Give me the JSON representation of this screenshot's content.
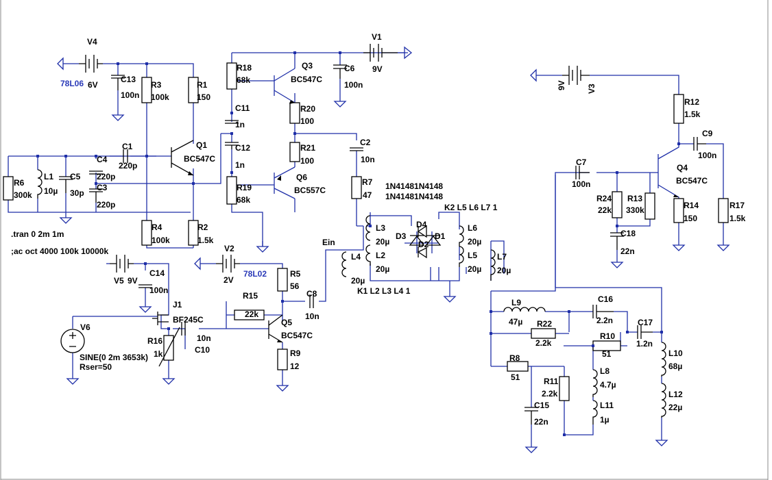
{
  "labels": [
    {
      "id": "V4",
      "t": "V4"
    },
    {
      "id": "78L06",
      "t": "78L06",
      "c": "blue"
    },
    {
      "id": "6V",
      "t": "6V"
    },
    {
      "id": "C13",
      "t": "C13"
    },
    {
      "id": "C13v",
      "t": "100n"
    },
    {
      "id": "R3",
      "t": "R3"
    },
    {
      "id": "R3v",
      "t": "100k"
    },
    {
      "id": "R1",
      "t": "R1"
    },
    {
      "id": "R1v",
      "t": "150"
    },
    {
      "id": "R18",
      "t": "R18"
    },
    {
      "id": "R18v",
      "t": "68k"
    },
    {
      "id": "Q3",
      "t": "Q3"
    },
    {
      "id": "Q3v",
      "t": "BC547C"
    },
    {
      "id": "V1",
      "t": "V1"
    },
    {
      "id": "V1v",
      "t": "9V"
    },
    {
      "id": "C6",
      "t": "C6"
    },
    {
      "id": "C6v",
      "t": "100n"
    },
    {
      "id": "C11",
      "t": "C11"
    },
    {
      "id": "C11v",
      "t": "1n"
    },
    {
      "id": "R20",
      "t": "R20"
    },
    {
      "id": "R20v",
      "t": "100"
    },
    {
      "id": "C1",
      "t": "C1"
    },
    {
      "id": "C1v",
      "t": "220p"
    },
    {
      "id": "Q1",
      "t": "Q1"
    },
    {
      "id": "Q1v",
      "t": "BC547C"
    },
    {
      "id": "C12",
      "t": "C12"
    },
    {
      "id": "C12v",
      "t": "1n"
    },
    {
      "id": "R21",
      "t": "R21"
    },
    {
      "id": "R21v",
      "t": "100"
    },
    {
      "id": "C2",
      "t": "C2"
    },
    {
      "id": "C2v",
      "t": "10n"
    },
    {
      "id": "R6",
      "t": "R6"
    },
    {
      "id": "R6v",
      "t": "300k"
    },
    {
      "id": "L1",
      "t": "L1"
    },
    {
      "id": "L1v",
      "t": "10µ"
    },
    {
      "id": "C5",
      "t": "C5"
    },
    {
      "id": "C5v",
      "t": "30p"
    },
    {
      "id": "C4",
      "t": "C4"
    },
    {
      "id": "C4v",
      "t": "220p"
    },
    {
      "id": "C3",
      "t": "C3"
    },
    {
      "id": "C3v",
      "t": "220p"
    },
    {
      "id": "R19",
      "t": "R19"
    },
    {
      "id": "R19v",
      "t": "68k"
    },
    {
      "id": "Q6",
      "t": "Q6"
    },
    {
      "id": "Q6v",
      "t": "BC557C"
    },
    {
      "id": "R7",
      "t": "R7"
    },
    {
      "id": "R7v",
      "t": "47"
    },
    {
      "id": "diode1",
      "t": "1N41481N4148"
    },
    {
      "id": "diode2",
      "t": "1N41481N4148"
    },
    {
      "id": "K2",
      "t": "K2 L5 L6 L7 1"
    },
    {
      "id": "R4",
      "t": "R4"
    },
    {
      "id": "R4v",
      "t": "100k"
    },
    {
      "id": "R2",
      "t": "R2"
    },
    {
      "id": "R2v",
      "t": "1.5k"
    },
    {
      "id": "tran",
      "t": ".tran 0 2m 1m"
    },
    {
      "id": "ac",
      "t": ";ac oct 4000 100k 10000k"
    },
    {
      "id": "V5",
      "t": "V5"
    },
    {
      "id": "V5v",
      "t": "9V"
    },
    {
      "id": "C14",
      "t": "C14"
    },
    {
      "id": "C14v",
      "t": "100n"
    },
    {
      "id": "V2",
      "t": "V2"
    },
    {
      "id": "V2v",
      "t": "2V"
    },
    {
      "id": "78L02",
      "t": "78L02",
      "c": "blue"
    },
    {
      "id": "R5",
      "t": "R5"
    },
    {
      "id": "R5v",
      "t": "56"
    },
    {
      "id": "Ein",
      "t": "Ein"
    },
    {
      "id": "L3",
      "t": "L3"
    },
    {
      "id": "L3v",
      "t": "20µ"
    },
    {
      "id": "D3",
      "t": "D3"
    },
    {
      "id": "D4",
      "t": "D4"
    },
    {
      "id": "D2",
      "t": "D2"
    },
    {
      "id": "D1",
      "t": "D1"
    },
    {
      "id": "L6",
      "t": "L6"
    },
    {
      "id": "L6v",
      "t": "20µ"
    },
    {
      "id": "L2",
      "t": "L2"
    },
    {
      "id": "L2v",
      "t": "20µ"
    },
    {
      "id": "L4",
      "t": "L4"
    },
    {
      "id": "L4v",
      "t": "20µ"
    },
    {
      "id": "L5",
      "t": "L5"
    },
    {
      "id": "L5v",
      "t": "20µ"
    },
    {
      "id": "L7",
      "t": "L7"
    },
    {
      "id": "L7v",
      "t": "20µ"
    },
    {
      "id": "K1",
      "t": "K1 L2 L3 L4 1"
    },
    {
      "id": "J1",
      "t": "J1"
    },
    {
      "id": "J1v",
      "t": "BF245C"
    },
    {
      "id": "V6",
      "t": "V6"
    },
    {
      "id": "R16",
      "t": "R16"
    },
    {
      "id": "R16v",
      "t": "1k"
    },
    {
      "id": "sine",
      "t": "SINE(0 2m 3653k)"
    },
    {
      "id": "rser",
      "t": "Rser=50"
    },
    {
      "id": "C10",
      "t": "C10"
    },
    {
      "id": "C10v",
      "t": "10n"
    },
    {
      "id": "R15",
      "t": "R15"
    },
    {
      "id": "R15v",
      "t": "22k"
    },
    {
      "id": "C8",
      "t": "C8"
    },
    {
      "id": "C8v",
      "t": "10n"
    },
    {
      "id": "Q5",
      "t": "Q5"
    },
    {
      "id": "Q5v",
      "t": "BC547C"
    },
    {
      "id": "R9",
      "t": "R9"
    },
    {
      "id": "R9v",
      "t": "12"
    },
    {
      "id": "V3",
      "t": "V3"
    },
    {
      "id": "V3v",
      "t": "9V"
    },
    {
      "id": "R12",
      "t": "R12"
    },
    {
      "id": "R12v",
      "t": "1.5k"
    },
    {
      "id": "C9",
      "t": "C9"
    },
    {
      "id": "C9v",
      "t": "100n"
    },
    {
      "id": "C7",
      "t": "C7"
    },
    {
      "id": "C7v",
      "t": "100n"
    },
    {
      "id": "Q4",
      "t": "Q4"
    },
    {
      "id": "Q4v",
      "t": "BC547C"
    },
    {
      "id": "R24",
      "t": "R24"
    },
    {
      "id": "R24v",
      "t": "22k"
    },
    {
      "id": "R13",
      "t": "R13"
    },
    {
      "id": "R13v",
      "t": "330k"
    },
    {
      "id": "R14",
      "t": "R14"
    },
    {
      "id": "R14v",
      "t": "150"
    },
    {
      "id": "R17",
      "t": "R17"
    },
    {
      "id": "R17v",
      "t": "1.5k"
    },
    {
      "id": "C18",
      "t": "C18"
    },
    {
      "id": "C18v",
      "t": "22n"
    },
    {
      "id": "L9",
      "t": "L9"
    },
    {
      "id": "L9v",
      "t": "47µ"
    },
    {
      "id": "C16",
      "t": "C16"
    },
    {
      "id": "C16v",
      "t": "2.2n"
    },
    {
      "id": "R22",
      "t": "R22"
    },
    {
      "id": "R22v",
      "t": "2.2k"
    },
    {
      "id": "C17",
      "t": "C17"
    },
    {
      "id": "C17v",
      "t": "1.2n"
    },
    {
      "id": "R10",
      "t": "R10"
    },
    {
      "id": "R10v",
      "t": "51"
    },
    {
      "id": "R8",
      "t": "R8"
    },
    {
      "id": "R8v",
      "t": "51"
    },
    {
      "id": "L10",
      "t": "L10"
    },
    {
      "id": "L10v",
      "t": "68µ"
    },
    {
      "id": "R11",
      "t": "R11"
    },
    {
      "id": "R11v",
      "t": "2.2k"
    },
    {
      "id": "L8",
      "t": "L8"
    },
    {
      "id": "L8v",
      "t": "4.7µ"
    },
    {
      "id": "C15",
      "t": "C15"
    },
    {
      "id": "C15v",
      "t": "22n"
    },
    {
      "id": "L11",
      "t": "L11"
    },
    {
      "id": "L11v",
      "t": "1µ"
    },
    {
      "id": "L12",
      "t": "L12"
    },
    {
      "id": "L12v",
      "t": "22µ"
    }
  ]
}
